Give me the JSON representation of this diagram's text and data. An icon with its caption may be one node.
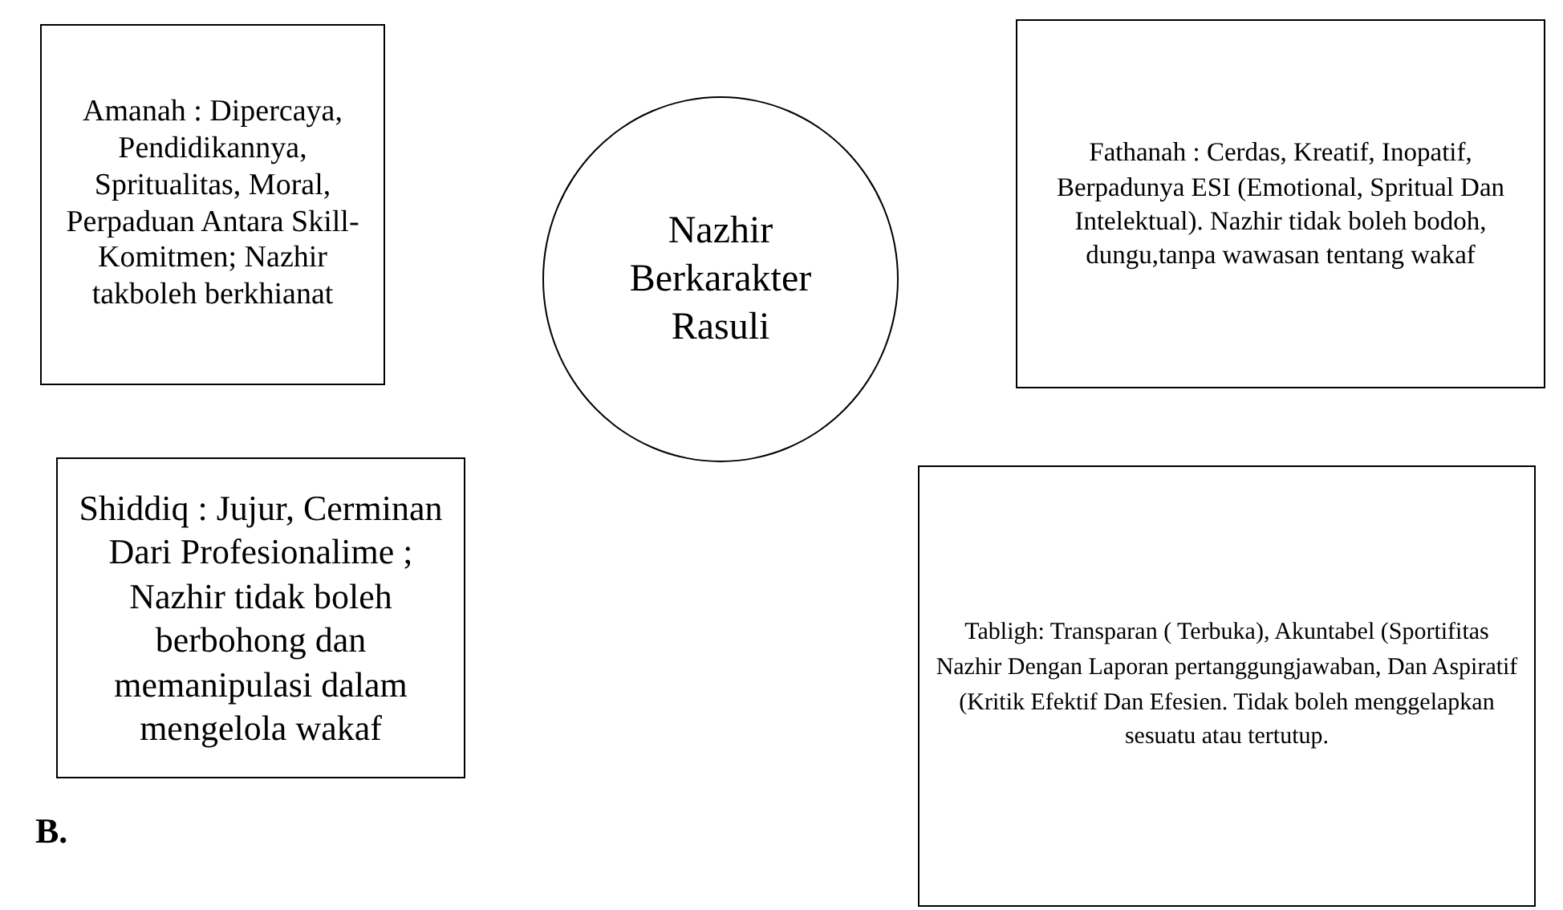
{
  "diagram": {
    "nodes": [
      {
        "text": [
          "Amanah : Dipercaya, Pendidikannya, Spritualitas, Moral, Perpaduan Antara Skill-Komitmen; Nazhir takboleh berkhianat"
        ]
      },
      {
        "text": [
          "Nazhir Berkarakter Rasuli"
        ]
      },
      {
        "text": [
          "Fathanah : Cerdas, Kreatif, Inopatif, Berpadunya ESI (Emotional, Spritual Dan Intelektual). Nazhir tidak boleh bodoh, dungu,tanpa wawasan tentang wakaf"
        ]
      },
      {
        "text": [
          "Shiddiq : Jujur, Cerminan Dari Profesionalime ; Nazhir tidak boleh berbohong dan memanipulasi dalam mengelola wakaf"
        ]
      },
      {
        "text": [
          "Tabligh: Transparan ( Terbuka), Akuntabel (Sportifitas Nazhir Dengan Laporan pertanggungjawaban, Dan Aspiratif (Kritik Efektif Dan Efesien. Tidak boleh menggelapkan sesuatu atau tertutup."
        ]
      }
    ],
    "labels": [
      "B."
    ]
  }
}
